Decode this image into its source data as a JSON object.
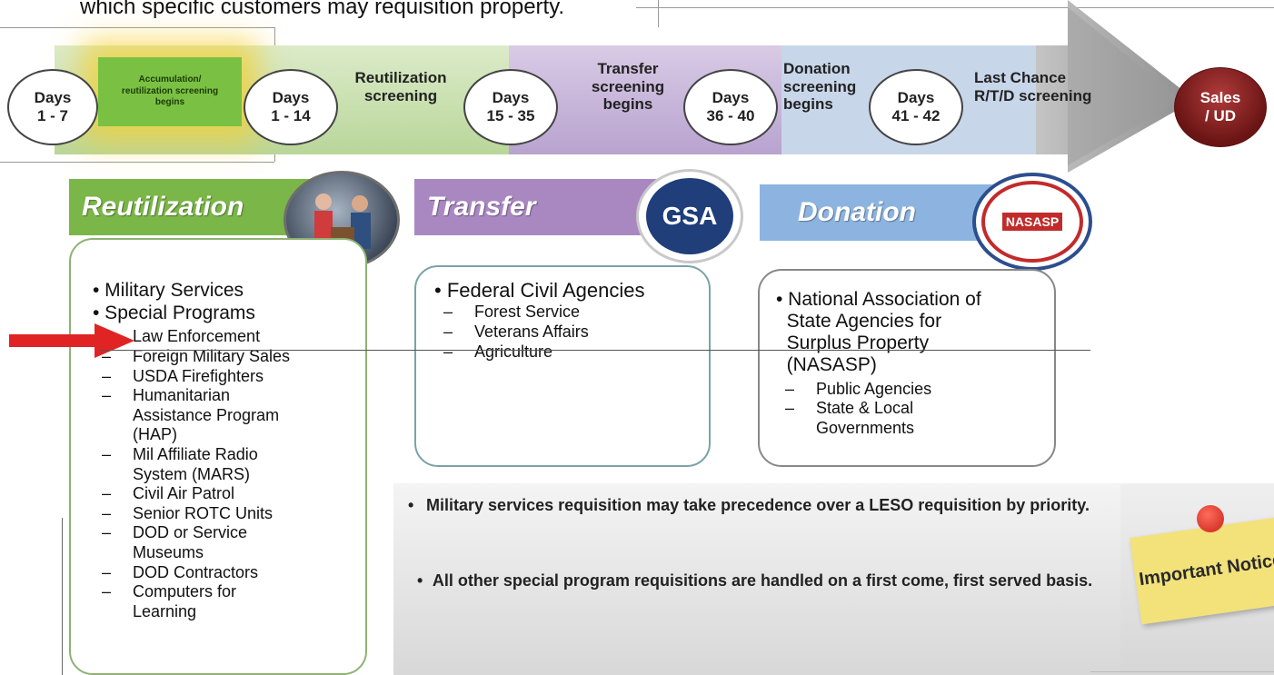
{
  "heading": {
    "text": "which specific customers may requisition property."
  },
  "timeline": {
    "stages": [
      {
        "days": "Days\n1 - 7"
      },
      {
        "days": "Days\n1 - 14",
        "label": "Reutilization\nscreening"
      },
      {
        "days": "Days\n15 - 35",
        "label": "Transfer\nscreening\nbegins"
      },
      {
        "days": "Days\n36 - 40",
        "label": "Donation\nscreening\nbegins"
      },
      {
        "days": "Days\n41 - 42",
        "label": "Last Chance\nR/T/D screening"
      }
    ],
    "accumulation": {
      "line1": "Accumulation/",
      "line2": "reutilization screening",
      "line3": "begins"
    },
    "sales": "Sales\n/ UD"
  },
  "cards": {
    "reutilization": {
      "title": "Reutilization",
      "items": [
        "• Military Services",
        "• Special Programs"
      ],
      "subitems": [
        "Law Enforcement",
        "Foreign Military Sales",
        "USDA Firefighters",
        "Humanitarian\nAssistance Program\n(HAP)",
        "Mil Affiliate Radio\nSystem (MARS)",
        "Civil Air Patrol",
        "Senior ROTC Units",
        "DOD or Service\nMuseums",
        "DOD Contractors",
        "Computers for\nLearning"
      ]
    },
    "transfer": {
      "title": "Transfer",
      "badge": "GSA",
      "items": [
        "• Federal Civil Agencies"
      ],
      "subitems": [
        "Forest Service",
        "Veterans Affairs",
        "Agriculture"
      ]
    },
    "donation": {
      "title": "Donation",
      "badge": "NASASP",
      "items": [
        "• National Association of\n  State Agencies for\n  Surplus Property\n  (NASASP)"
      ],
      "subitems": [
        "Public Agencies",
        "State & Local\nGovernments"
      ]
    }
  },
  "notice": {
    "bullet1": "Military services requisition may take precedence over a LESO requisition by priority.",
    "bullet2": "All other special program requisitions are handled on a first come, first served basis.",
    "sticky": "Important Notice"
  },
  "colors": {
    "reutilization": "#7ab648",
    "transfer": "#a988c2",
    "donation": "#8db4e0",
    "arrow": "#e02424"
  }
}
